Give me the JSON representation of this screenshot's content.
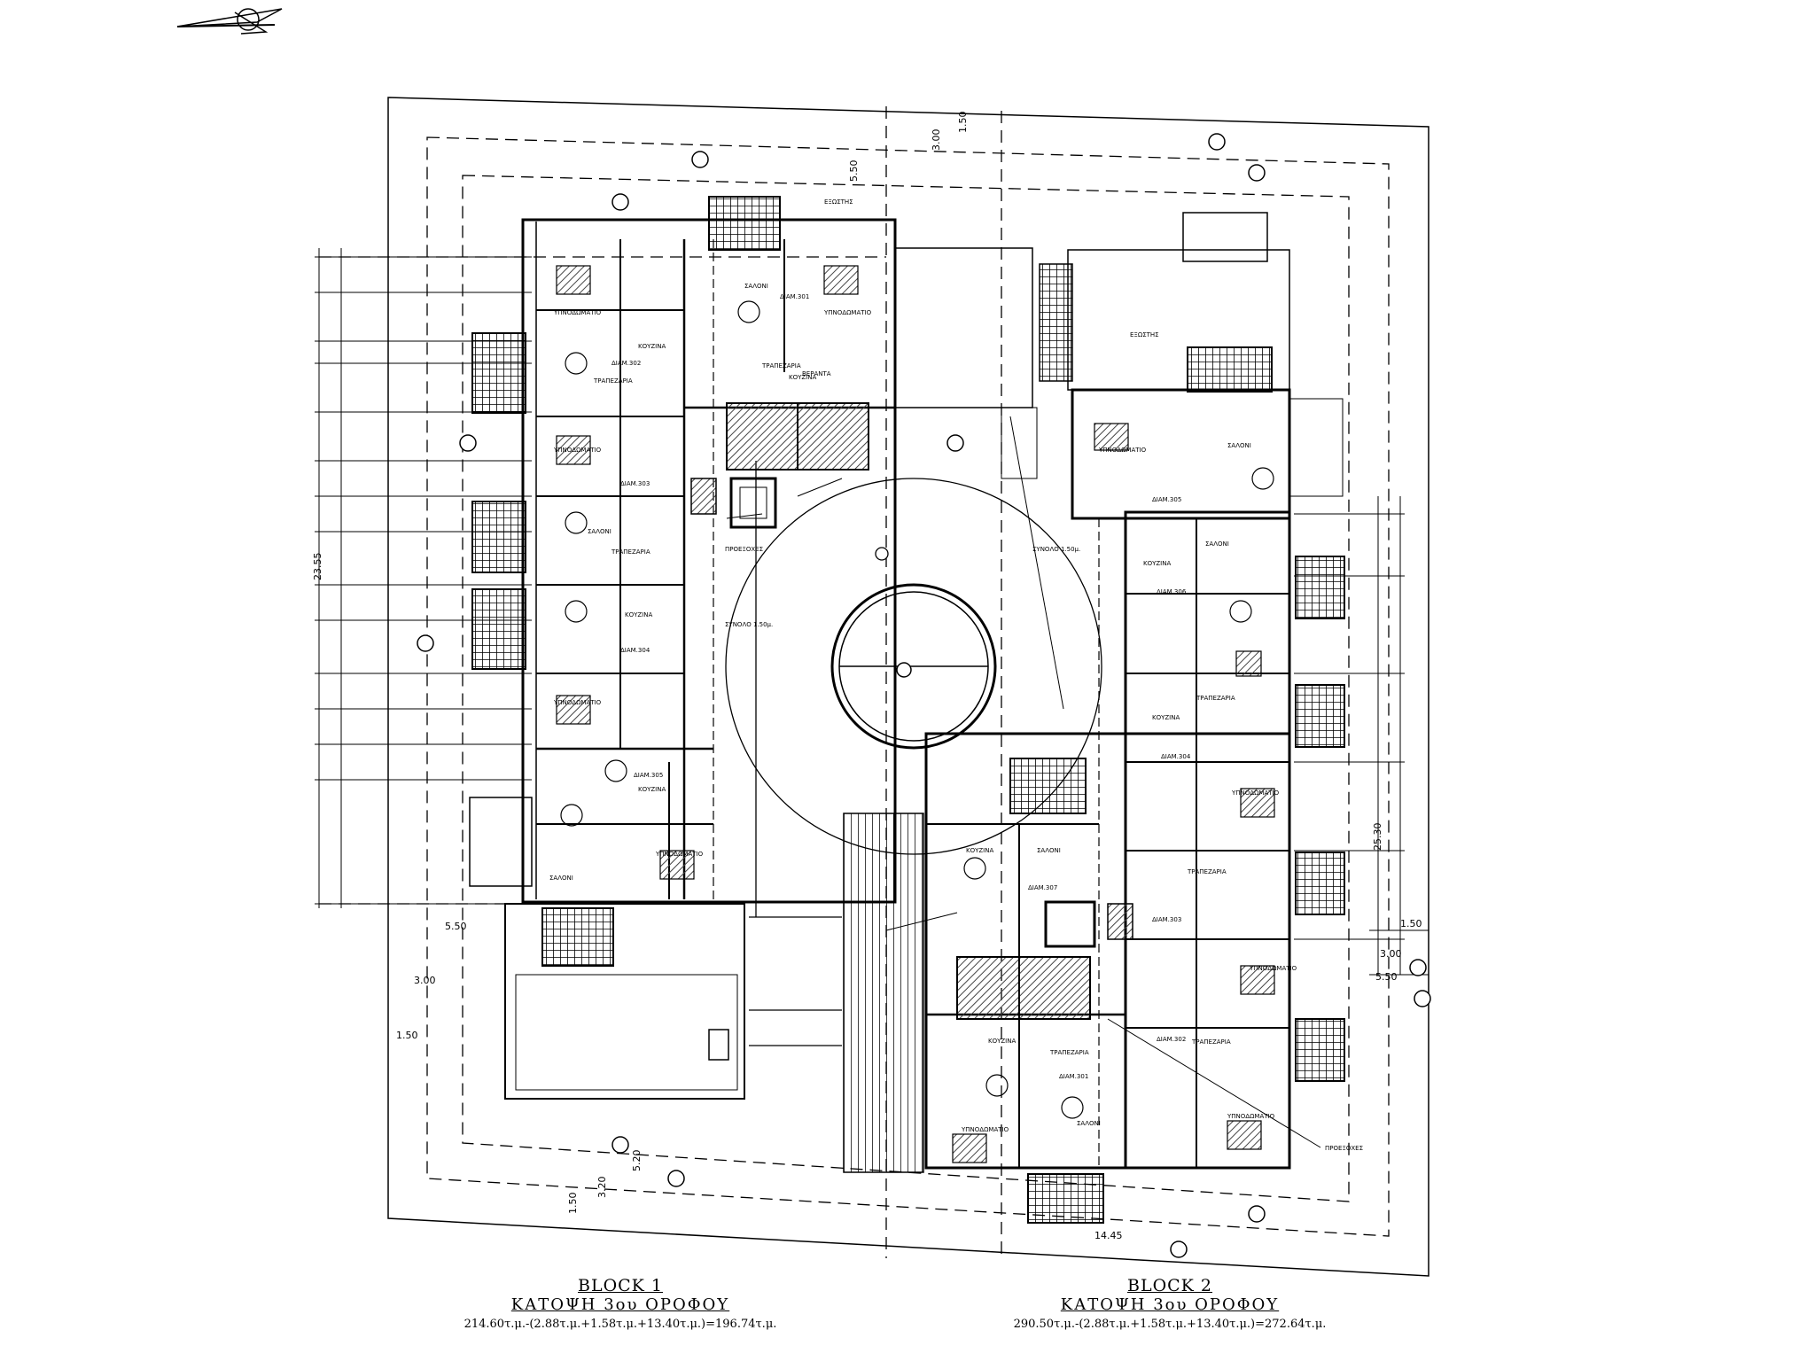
{
  "blocks": [
    {
      "title": "BLOCK 1",
      "subtitle": "ΚΑΤΟΨΗ 3ου ΟΡΟΦΟΥ",
      "area": "214.60τ.μ.-(2.88τ.μ.+1.58τ.μ.+13.40τ.μ.)=196.74τ.μ."
    },
    {
      "title": "BLOCK 2",
      "subtitle": "ΚΑΤΟΨΗ 3ου ΟΡΟΦΟΥ",
      "area": "290.50τ.μ.-(2.88τ.μ.+1.58τ.μ.+13.40τ.μ.)=272.64τ.μ."
    }
  ],
  "room_labels": {
    "living": "ΣΑΛΟΝΙ",
    "kitchen": "ΚΟΥΖΙΝΑ",
    "dining": "ΤΡΑΠΕΖΑΡΙΑ",
    "bedroom": "ΥΠΝΟΔΩΜΑΤΙΟ",
    "balcony": "ΕΞΩΣΤΗΣ",
    "veranda": "ΒΕΡΑΝΤΑ"
  },
  "apartments": {
    "b1_301": "ΔΙΑΜ.301",
    "b1_302": "ΔΙΑΜ.302",
    "b1_303": "ΔΙΑΜ.303",
    "b1_304": "ΔΙΑΜ.304",
    "b1_305": "ΔΙΑΜ.305",
    "b2_301": "ΔΙΑΜ.301",
    "b2_302": "ΔΙΑΜ.302",
    "b2_303": "ΔΙΑΜ.303",
    "b2_304": "ΔΙΑΜ.304",
    "b2_305": "ΔΙΑΜ.305",
    "b2_306": "ΔΙΑΜ.306",
    "b2_307": "ΔΙΑΜ.307"
  },
  "notes": {
    "projection_1": "ΠΡΟΕΞΟΧΕΣ",
    "projection_2": "ΠΡΟΕΞΟΧΕΣ",
    "area_note_1": "ΣΥΝΟΛΟ 1.50μ.",
    "area_note_2": "ΣΥΝΟΛΟ 1.50μ."
  },
  "dimensions": {
    "top_1": "3.00",
    "top_2": "1.50",
    "top_3": "5.50",
    "right_1": "1.50",
    "right_2": "3.00",
    "right_3": "5.50",
    "left_1": "5.50",
    "left_2": "3.00",
    "left_3": "1.50",
    "bottom_1": "3.20",
    "bottom_2": "1.50",
    "bottom_3": "5.20",
    "b2_bottom_w": "14.45",
    "b2_left_h": "25.30",
    "b1_total_h": "23.55"
  },
  "colors": {
    "line": "#000000",
    "hatch": "#444444",
    "background": "#ffffff"
  }
}
